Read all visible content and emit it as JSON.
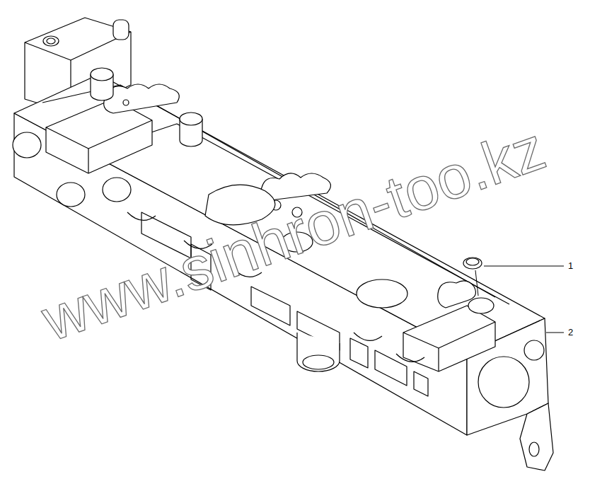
{
  "diagram": {
    "labels": [
      "1",
      "2",
      "www.sinhron-too.kz"
    ]
  }
}
